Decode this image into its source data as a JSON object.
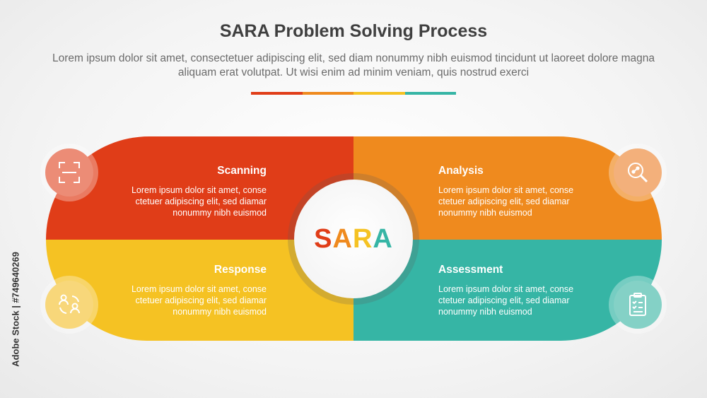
{
  "header": {
    "title": "SARA Problem Solving Process",
    "subtitle": "Lorem ipsum dolor sit amet, consectetuer adipiscing elit, sed diam nonummy nibh euismod tincidunt ut laoreet dolore magna aliquam erat volutpat. Ut wisi enim ad minim veniam, quis nostrud exerci"
  },
  "colors": {
    "scanning": "#e03d18",
    "analysis": "#ef8a1e",
    "response": "#f5c223",
    "assessment": "#36b5a5"
  },
  "center": {
    "letters": [
      "S",
      "A",
      "R",
      "A"
    ]
  },
  "stages": {
    "scanning": {
      "title": "Scanning",
      "text": "Lorem ipsum dolor sit amet, conse ctetuer adipiscing elit, sed diamar nonummy nibh euismod",
      "icon": "scan-icon"
    },
    "analysis": {
      "title": "Analysis",
      "text": "Lorem ipsum dolor sit amet, conse ctetuer adipiscing elit, sed diamar nonummy nibh euismod",
      "icon": "search-analysis-icon"
    },
    "response": {
      "title": "Response",
      "text": "Lorem ipsum dolor sit amet, conse ctetuer adipiscing elit, sed diamar nonummy nibh euismod",
      "icon": "people-cycle-icon"
    },
    "assessment": {
      "title": "Assessment",
      "text": "Lorem ipsum dolor sit amet, conse ctetuer adipiscing elit, sed diamar nonummy nibh euismod",
      "icon": "clipboard-check-icon"
    }
  },
  "watermark": "Adobe Stock | #749640269"
}
